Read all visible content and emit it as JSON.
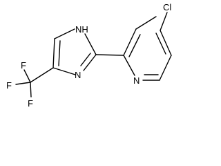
{
  "molecule": {
    "atoms": {
      "chlorine": "Cl",
      "pyridine_nitrogen": "N",
      "imidazole_nh": "NH",
      "imidazole_nh_h": "H",
      "imidazole_nh_n": "N",
      "imidazole_n": "N",
      "fluorine_top": "F",
      "fluorine_left": "F",
      "fluorine_bottom": "F"
    }
  }
}
